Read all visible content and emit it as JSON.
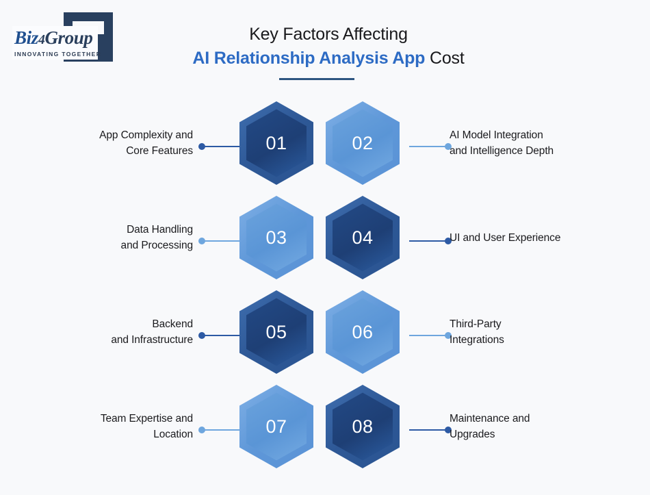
{
  "background_color": "#f8f9fb",
  "brand": {
    "name": "Biz4Group",
    "name_part1": "Biz",
    "name_part2": "4",
    "name_part3": "Group",
    "tagline": "INNOVATING TOGETHER",
    "logo_color": "#1f4f8f",
    "mark_color": "#29405f"
  },
  "header": {
    "title_line1": "Key Factors Affecting",
    "title_line2_accent": "AI Relationship Analysis App",
    "title_line2_rest": " Cost",
    "accent_color": "#2d6bc4",
    "rule_color": "#2d5580"
  },
  "colors": {
    "hex_dark_outer": "#2e5896",
    "hex_dark_inner": "#1e3f75",
    "hex_light_outer": "#5e97d8",
    "hex_light_inner": "#5a95d6",
    "connector_dark": "#2d5aa4",
    "connector_light": "#6ea6de",
    "number_text": "#ffffff",
    "label_text": "#1a1a1d"
  },
  "factors": [
    {
      "number": "01",
      "side": "left",
      "tone": "dark",
      "label_line1": "App Complexity and",
      "label_line2": "Core Features"
    },
    {
      "number": "02",
      "side": "right",
      "tone": "light",
      "label_line1": "AI Model Integration",
      "label_line2": "and Intelligence Depth"
    },
    {
      "number": "03",
      "side": "left",
      "tone": "light",
      "label_line1": "Data Handling",
      "label_line2": "and Processing"
    },
    {
      "number": "04",
      "side": "right",
      "tone": "dark",
      "label_line1": "UI and User Experience",
      "label_line2": ""
    },
    {
      "number": "05",
      "side": "left",
      "tone": "dark",
      "label_line1": "Backend",
      "label_line2": "and Infrastructure"
    },
    {
      "number": "06",
      "side": "right",
      "tone": "light",
      "label_line1": "Third-Party",
      "label_line2": "Integrations"
    },
    {
      "number": "07",
      "side": "left",
      "tone": "light",
      "label_line1": "Team Expertise and",
      "label_line2": "Location"
    },
    {
      "number": "08",
      "side": "right",
      "tone": "dark",
      "label_line1": "Maintenance and",
      "label_line2": " Upgrades"
    }
  ]
}
